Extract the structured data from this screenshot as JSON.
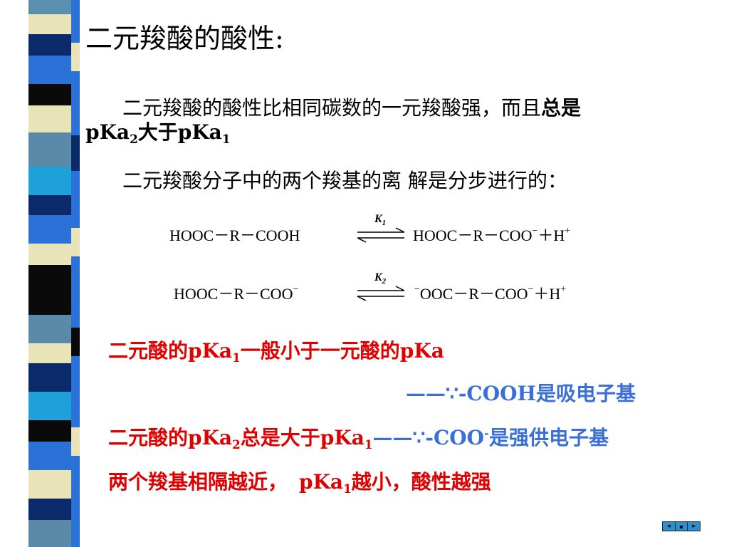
{
  "title": "二元羧酸的酸性:",
  "para1": {
    "text_a": "二元羧酸的酸性比相同碳数的一元羧酸强，而且",
    "text_b": "总是",
    "pka2": "pKa",
    "sub2": "2",
    "text_c": "大于",
    "pka1": "pKa",
    "sub1": "1"
  },
  "para2": "二元羧酸分子中的两个羧基的离 解是分步进行的：",
  "equations": {
    "eq1": {
      "left": "HOOC－R－COOH",
      "k": "K",
      "k_sub": "1",
      "right": "HOOC－R－COO",
      "right_charge": "−",
      "plus_h": "＋H",
      "h_charge": "+"
    },
    "eq2": {
      "left": "HOOC－R－COO",
      "left_charge": "−",
      "k": "K",
      "k_sub": "2",
      "right_prefix": "−",
      "right": "OOC－R－COO",
      "right_charge": "−",
      "plus_h": "＋H",
      "h_charge": "+"
    }
  },
  "notes": {
    "n1_a": "二元酸的",
    "n1_pka": "pKa",
    "n1_sub": "1",
    "n1_b": "一般小于一元酸的",
    "n1_c": "pKa",
    "n2": "——∵-COOH是吸电子基",
    "n3_a": "二元酸的",
    "n3_pka": "pKa",
    "n3_sub": "2",
    "n3_b": "总是大于",
    "n3_c": "pKa",
    "n3_sub2": "1",
    "n3_d": "——∵-COO",
    "n3_sup": "-",
    "n3_e": "是强供电子基",
    "n4_a": "两个羧基相隔越近，",
    "n4_pka": "pKa",
    "n4_sub": "1",
    "n4_b": "越小，酸性越强"
  },
  "nav": {
    "prev": "◂",
    "home": "▪",
    "next": "▸"
  },
  "colors": {
    "red": "#e00000",
    "blue": "#3b6fd8"
  }
}
